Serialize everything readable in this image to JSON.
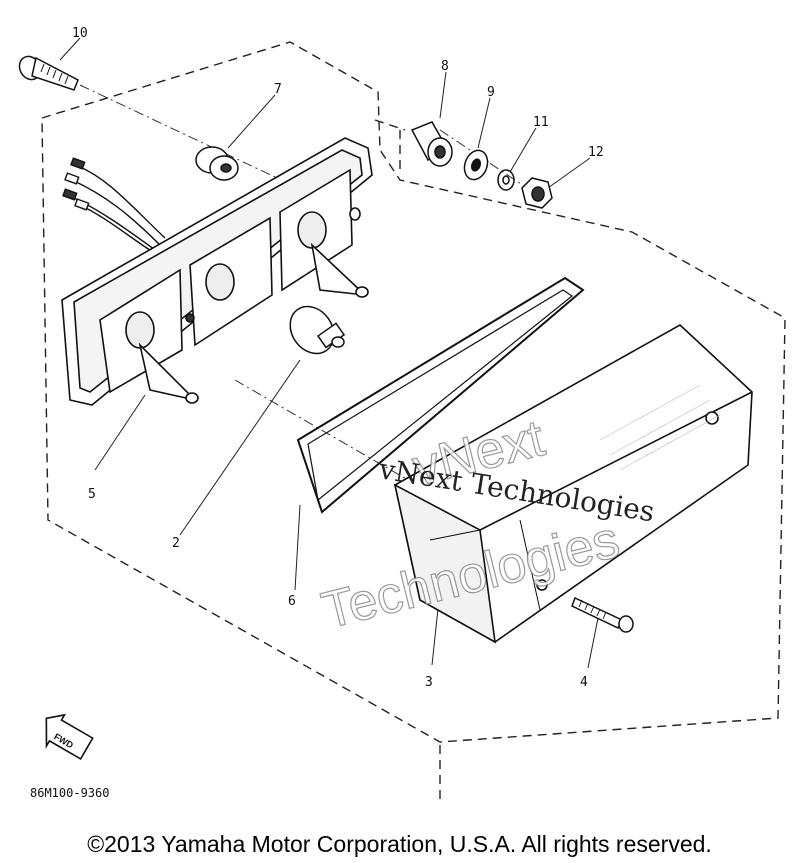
{
  "callouts": {
    "c1": "10",
    "c2": "7",
    "c3": "8",
    "c4": "9",
    "c5": "11",
    "c6": "12",
    "c7": "5",
    "c8": "2",
    "c9": "6",
    "c10": "3",
    "c11": "4"
  },
  "part_code": "86M100-9360",
  "direction_badge": "FWD",
  "watermark": {
    "line1": "vNext Technologies",
    "line2a": "vNext",
    "line2b": "Technologies"
  },
  "copyright": "©2013 Yamaha Motor Corporation, U.S.A. All rights reserved."
}
